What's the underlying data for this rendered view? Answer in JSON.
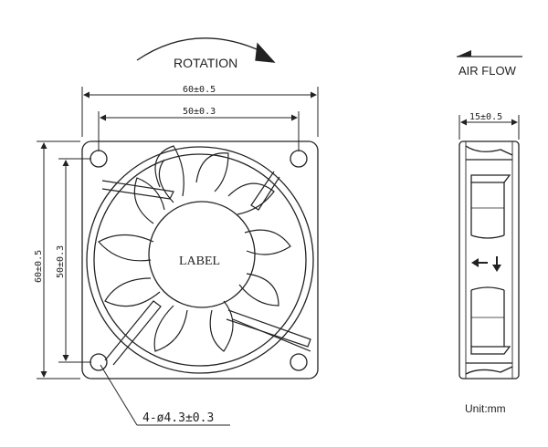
{
  "labels": {
    "rotation": "ROTATION",
    "air_flow": "AIR FLOW",
    "dim_overall_width": "60±0.5",
    "dim_hole_spacing_horizontal": "50±0.3",
    "dim_overall_height": "60±0.5",
    "dim_hole_spacing_vertical": "50±0.3",
    "dim_thickness": "15±0.5",
    "hole_spec": "4-ø4.3±0.3",
    "hub_label": "LABEL",
    "unit": "Unit:mm"
  },
  "colors": {
    "line": "#222222",
    "background": "#ffffff"
  }
}
